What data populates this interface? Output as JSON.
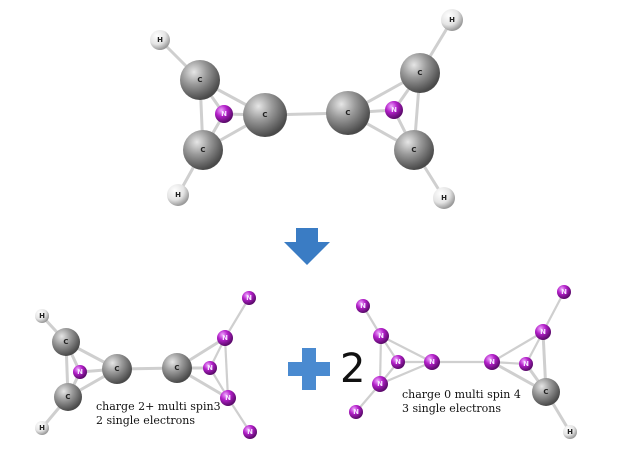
{
  "colors": {
    "carbon": "#8c8c8c",
    "nitrogen": "#b31fc9",
    "hydrogen": "#e8e8e8",
    "bond": "#cfcfcf",
    "arrow": "#3a7cc4",
    "plus": "#4a8ad0",
    "label_dark": "#222222"
  },
  "atom_labels": {
    "carbon": "C",
    "nitrogen": "N",
    "hydrogen": "H"
  },
  "reaction": {
    "coefficient": "2"
  },
  "product1": {
    "line1": "charge 2+ multi spin3",
    "line2": "2 single electrons"
  },
  "product2": {
    "line1": "charge 0 multi spin 4",
    "line2": "3 single electrons"
  }
}
